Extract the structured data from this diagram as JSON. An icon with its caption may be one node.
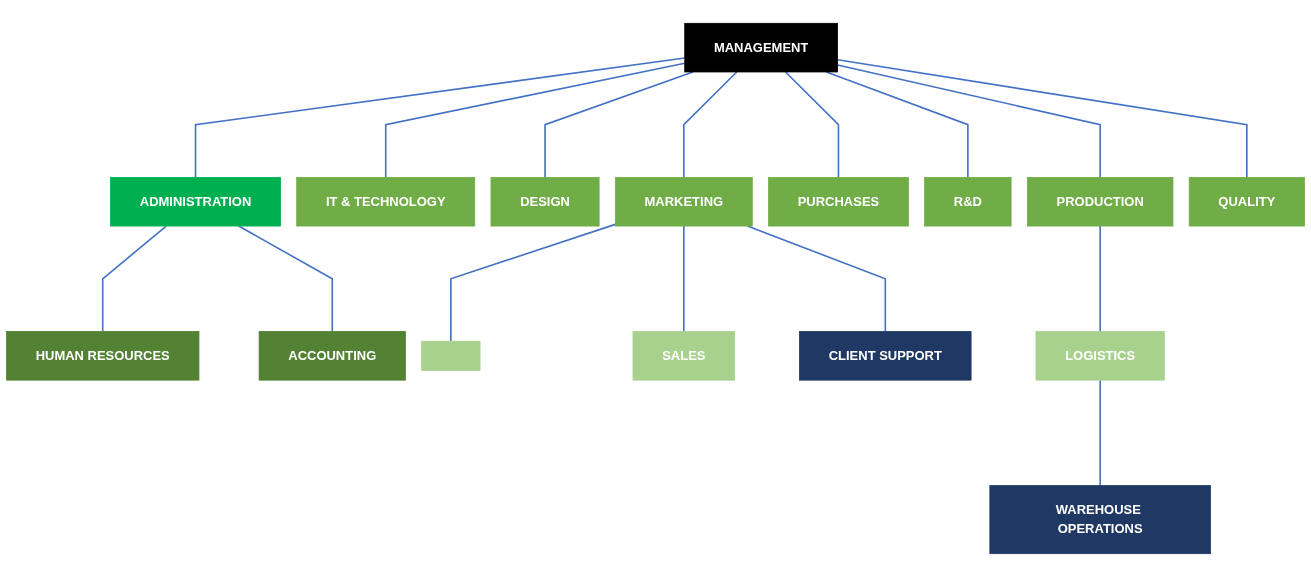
{
  "diagram": {
    "nodes": [
      {
        "text": [
          "MANAGEMENT"
        ]
      },
      {
        "text": [
          "ADMINISTRATION"
        ]
      },
      {
        "text": [
          "HUMAN RESOURCES"
        ]
      },
      {
        "text": [
          "ACCOUNTING"
        ]
      },
      {
        "text": [
          "IT & TECHNOLOGY"
        ]
      },
      {
        "text": [
          "DESIGN"
        ]
      },
      {
        "text": [
          "MARKETING"
        ]
      },
      {
        "text": [
          "PURCHASES"
        ]
      },
      {
        "text": [
          "R&D"
        ]
      },
      {
        "text": [
          "PRODUCTION"
        ]
      },
      {
        "text": [
          "QUALITY"
        ]
      },
      {
        "text": [],
        "shape": "box"
      },
      {
        "text": [
          "SALES"
        ]
      },
      {
        "text": [
          "CLIENT SUPPORT"
        ]
      },
      {
        "text": [
          "LOGISTICS"
        ]
      },
      {
        "text": [
          "WAREHOUSE OPERATIONS"
        ]
      }
    ],
    "edges": [
      {
        "from": 0,
        "to": 1,
        "arrow": "none"
      },
      {
        "from": 1,
        "to": 2,
        "arrow": "none"
      },
      {
        "from": 1,
        "to": 3,
        "arrow": "none"
      },
      {
        "from": 0,
        "to": 4,
        "arrow": "none"
      },
      {
        "from": 0,
        "to": 5,
        "arrow": "none"
      },
      {
        "from": 0,
        "to": 6,
        "arrow": "none"
      },
      {
        "from": 0,
        "to": 7,
        "arrow": "none"
      },
      {
        "from": 0,
        "to": 8,
        "arrow": "none"
      },
      {
        "from": 0,
        "to": 9,
        "arrow": "none"
      },
      {
        "from": 0,
        "to": 10,
        "arrow": "none"
      },
      {
        "from": 6,
        "to": 11,
        "arrow": "none"
      },
      {
        "from": 6,
        "to": 12,
        "arrow": "none"
      },
      {
        "from": 6,
        "to": 13,
        "arrow": "none"
      },
      {
        "from": 9,
        "to": 14,
        "arrow": "none"
      },
      {
        "from": 14,
        "to": 15,
        "arrow": "none"
      }
    ]
  }
}
